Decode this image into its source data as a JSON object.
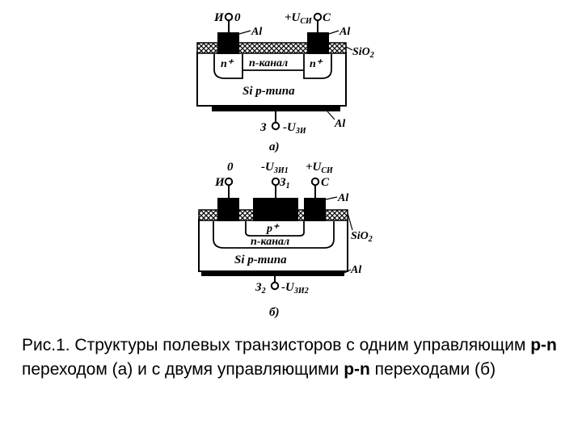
{
  "diagram_a": {
    "terminal_source": "И",
    "terminal_source_value": "0",
    "terminal_drain_sign": "+U",
    "terminal_drain_sub": "СИ",
    "terminal_drain": "С",
    "metal_top_left": "Al",
    "metal_top_right": "Al",
    "oxide": "SiO",
    "oxide_sub": "2",
    "n_plus_left": "n⁺",
    "n_plus_right": "n⁺",
    "channel": "n-канал",
    "substrate": "Si p-типа",
    "gate_terminal": "З",
    "gate_voltage": "-U",
    "gate_voltage_sub": "ЗИ",
    "metal_bottom": "Al",
    "sublabel": "а)"
  },
  "diagram_b": {
    "terminal_source_value": "0",
    "terminal_source": "И",
    "gate1_voltage": "-U",
    "gate1_voltage_sub": "ЗИ1",
    "gate1_terminal": "З",
    "gate1_terminal_sub": "1",
    "terminal_drain_sign": "+U",
    "terminal_drain_sub": "СИ",
    "terminal_drain": "С",
    "metal_top": "Al",
    "oxide": "SiO",
    "oxide_sub": "2",
    "p_plus": "p⁺",
    "channel": "n-канал",
    "substrate": "Si p-типа",
    "metal_bottom": "Al",
    "gate2_terminal": "З",
    "gate2_terminal_sub": "2",
    "gate2_voltage": "-U",
    "gate2_voltage_sub": "ЗИ2",
    "sublabel": "б)"
  },
  "caption": {
    "part1": "Рис.1. Структуры полевых транзисторов с одним управляющим ",
    "pn1": "p-n",
    "part2": " переходом (а) и с двумя управляющими ",
    "pn2": "p-n",
    "part3": " переходами (б)"
  }
}
